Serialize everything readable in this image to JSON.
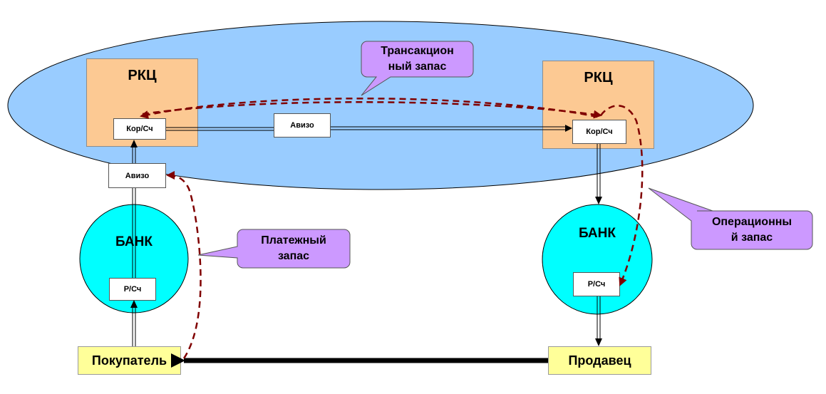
{
  "top_zone": {
    "left_rkc": {
      "title": "РКЦ",
      "account": "Кор/Сч"
    },
    "right_rkc": {
      "title": "РКЦ",
      "account": "Кор/Сч"
    },
    "avizo_between_rkc": "Авизо"
  },
  "avizo_left": "Авизо",
  "left_bank": {
    "title": "БАНК",
    "account": "Р/Сч"
  },
  "right_bank": {
    "title": "БАНК",
    "account": "Р/Сч"
  },
  "buyer": "Покупатель",
  "seller": "Продавец",
  "callouts": {
    "transaction": {
      "line1": "Трансакцион",
      "line2": "ный запас"
    },
    "payment": {
      "line1": "Платежный",
      "line2": "запас"
    },
    "operational": {
      "line1": "Операционны",
      "line2": "й запас"
    }
  },
  "colors": {
    "ellipse": "#99ccff",
    "rkc": "#fcc993",
    "bank": "#00ffff",
    "party": "#ffff99",
    "callout": "#cc99ff",
    "dashed": "#800000"
  }
}
